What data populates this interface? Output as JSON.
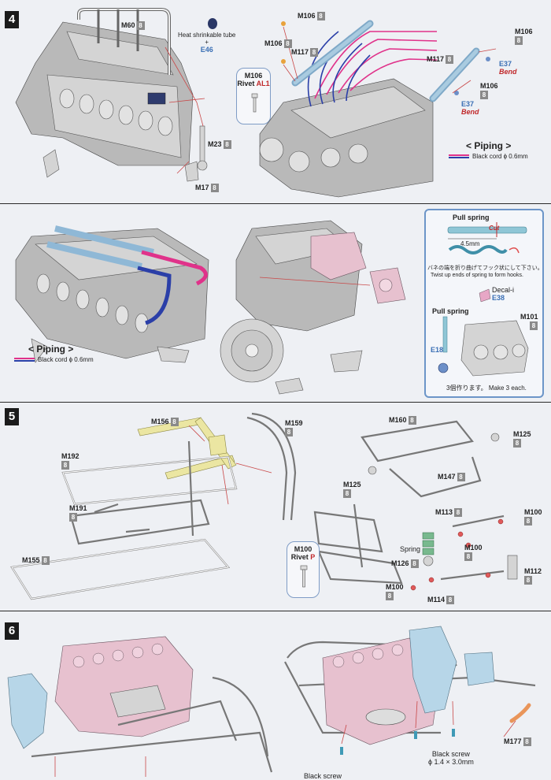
{
  "steps": {
    "s4": "4",
    "s5": "5",
    "s6": "6"
  },
  "part_box": "8",
  "step4": {
    "m60": "M60",
    "heat_line1": "Heat shrinkable tube",
    "heat_plus": "+",
    "e46": "E46",
    "m23": "M23",
    "m17": "M17",
    "rivet_part": "M106",
    "rivet_label": "Rivet",
    "rivet_code": "AL1",
    "m106_a": "M106",
    "m106_b": "M106",
    "m106_c": "M106",
    "m106_d": "M106",
    "m117_a": "M117",
    "m117_b": "M117",
    "e37_a": "E37",
    "e37_b": "E37",
    "bend": "Bend",
    "piping_title": "< Piping >",
    "piping_desc": "Black cord ϕ 0.6mm"
  },
  "step4b": {
    "piping_title": "< Piping >",
    "piping_desc": "Black cord ϕ 0.6mm",
    "pull_spring_title": "Pull spring",
    "cut": "Cut",
    "dim": "4.5mm",
    "jp_note": "バネの端を折り曲げてフック状にして下さい。",
    "en_note": "Twist up ends of spring to form hooks.",
    "decal": "Decal-i",
    "e38": "E38",
    "pull_spring2": "Pull spring",
    "m101": "M101",
    "e18": "E18",
    "make_each": "3個作ります。 Make 3 each."
  },
  "step5": {
    "m156": "M156",
    "m159": "M159",
    "m192": "M192",
    "m191": "M191",
    "m155": "M155",
    "rivet_part": "M100",
    "rivet_label": "Rivet",
    "rivet_code": "P",
    "m160": "M160",
    "m125_a": "M125",
    "m125_b": "M125",
    "m147": "M147",
    "m113": "M113",
    "m100_a": "M100",
    "m100_b": "M100",
    "m100_c": "M100",
    "spring": "Spring",
    "m126": "M126",
    "m112": "M112",
    "m114": "M114"
  },
  "step6": {
    "black_screw": "Black screw",
    "screw_size": "ϕ 1.4 × 3.0mm",
    "m177": "M177",
    "black_screw_cut": "Black screw"
  }
}
